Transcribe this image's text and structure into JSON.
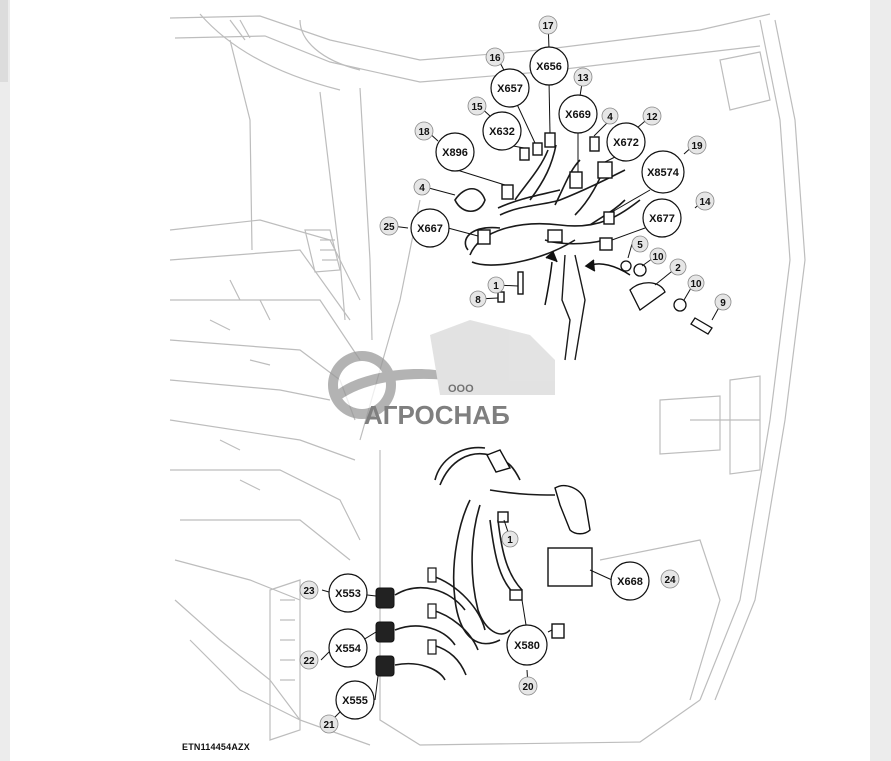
{
  "figure_id": "ETN114454AZX",
  "watermark": {
    "prefix": "ООО",
    "name": "АГРОСНАБ"
  },
  "connectors": [
    {
      "code": "X656",
      "num": "17"
    },
    {
      "code": "X657",
      "num": "16"
    },
    {
      "code": "X632",
      "num": "15"
    },
    {
      "code": "X669",
      "num": "13"
    },
    {
      "code": "X672",
      "num": "12"
    },
    {
      "code": "X896",
      "num": "18"
    },
    {
      "code": "X8574",
      "num": "19"
    },
    {
      "code": "X677",
      "num": "14"
    },
    {
      "code": "X667",
      "num": "25"
    },
    {
      "code": "X668",
      "num": "24"
    },
    {
      "code": "X553",
      "num": "23"
    },
    {
      "code": "X554",
      "num": "22"
    },
    {
      "code": "X555",
      "num": "21"
    },
    {
      "code": "X580",
      "num": "20"
    }
  ],
  "part_numbers": [
    "4",
    "4",
    "5",
    "10",
    "2",
    "10",
    "9",
    "1",
    "8",
    "1"
  ]
}
